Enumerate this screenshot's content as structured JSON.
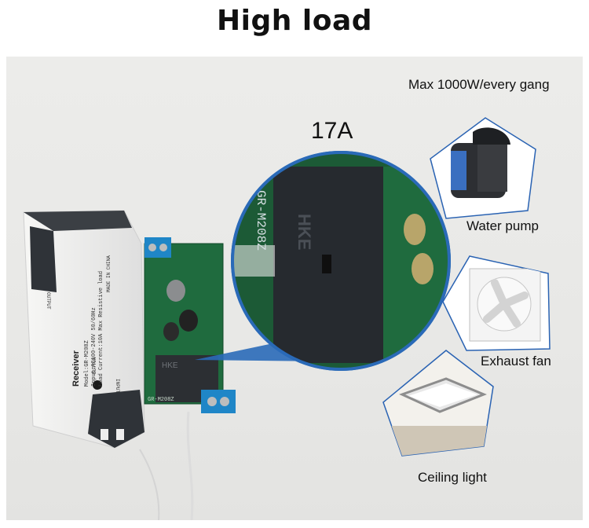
{
  "heading": "High load",
  "current_rating": "17A",
  "max_power": "Max 1000W/every gang",
  "loads": [
    {
      "label": "Water pump"
    },
    {
      "label": "Exhaust fan"
    },
    {
      "label": "Ceiling light"
    }
  ],
  "receiver": {
    "brand": "Receiver",
    "model": "Model:GR-M208Z",
    "input": "Input:AC100-240V 50/60Hz",
    "load": "Load Current:10A Max Resistive load",
    "origin": "MADE IN CHINA",
    "button": "BUTTON",
    "output": "OUTPUT",
    "input_port": "INPUT"
  },
  "relay_marking": "HKE",
  "board_marking": "GR-M208Z",
  "colors": {
    "background": "#ffffff",
    "photo_bg": "#e9e9e7",
    "pentagon_border": "#2a63b3",
    "callout": "#2a6ab8",
    "terminal": "#1f86c7",
    "pcb": "#1f6b3e"
  }
}
